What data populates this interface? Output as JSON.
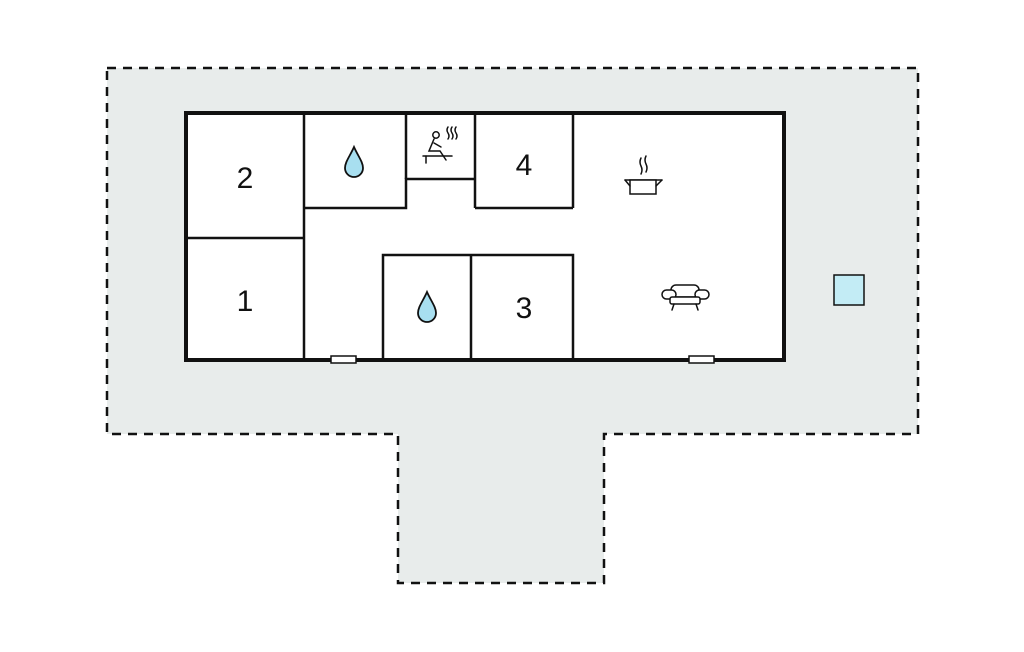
{
  "colors": {
    "terrace": "#e8eceb",
    "wall": "#111111",
    "interior": "#ffffff",
    "water": "#a8dff0",
    "pool": "#c3ecf5"
  },
  "rooms": [
    {
      "id": "bedroom-2",
      "label": "2"
    },
    {
      "id": "bedroom-1",
      "label": "1"
    },
    {
      "id": "bedroom-4",
      "label": "4"
    },
    {
      "id": "bedroom-3",
      "label": "3"
    }
  ],
  "icons": [
    {
      "id": "bathroom-upper",
      "icon": "water-drop-icon"
    },
    {
      "id": "sauna",
      "icon": "sauna-icon"
    },
    {
      "id": "kitchen",
      "icon": "cooking-pot-icon"
    },
    {
      "id": "bathroom-lower",
      "icon": "water-drop-icon"
    },
    {
      "id": "living",
      "icon": "sofa-icon"
    },
    {
      "id": "hot-tub",
      "icon": "pool-icon"
    }
  ]
}
